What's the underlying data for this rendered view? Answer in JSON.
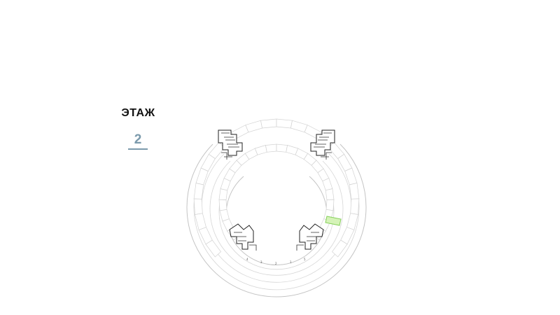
{
  "floor_selector": {
    "label": "ЭТАЖ",
    "current": "2"
  },
  "plan": {
    "highlight_color": "#d5f3b8",
    "highlight_stroke": "#86d05a",
    "highlighted_apartment": "apartment-east-highlighted"
  }
}
